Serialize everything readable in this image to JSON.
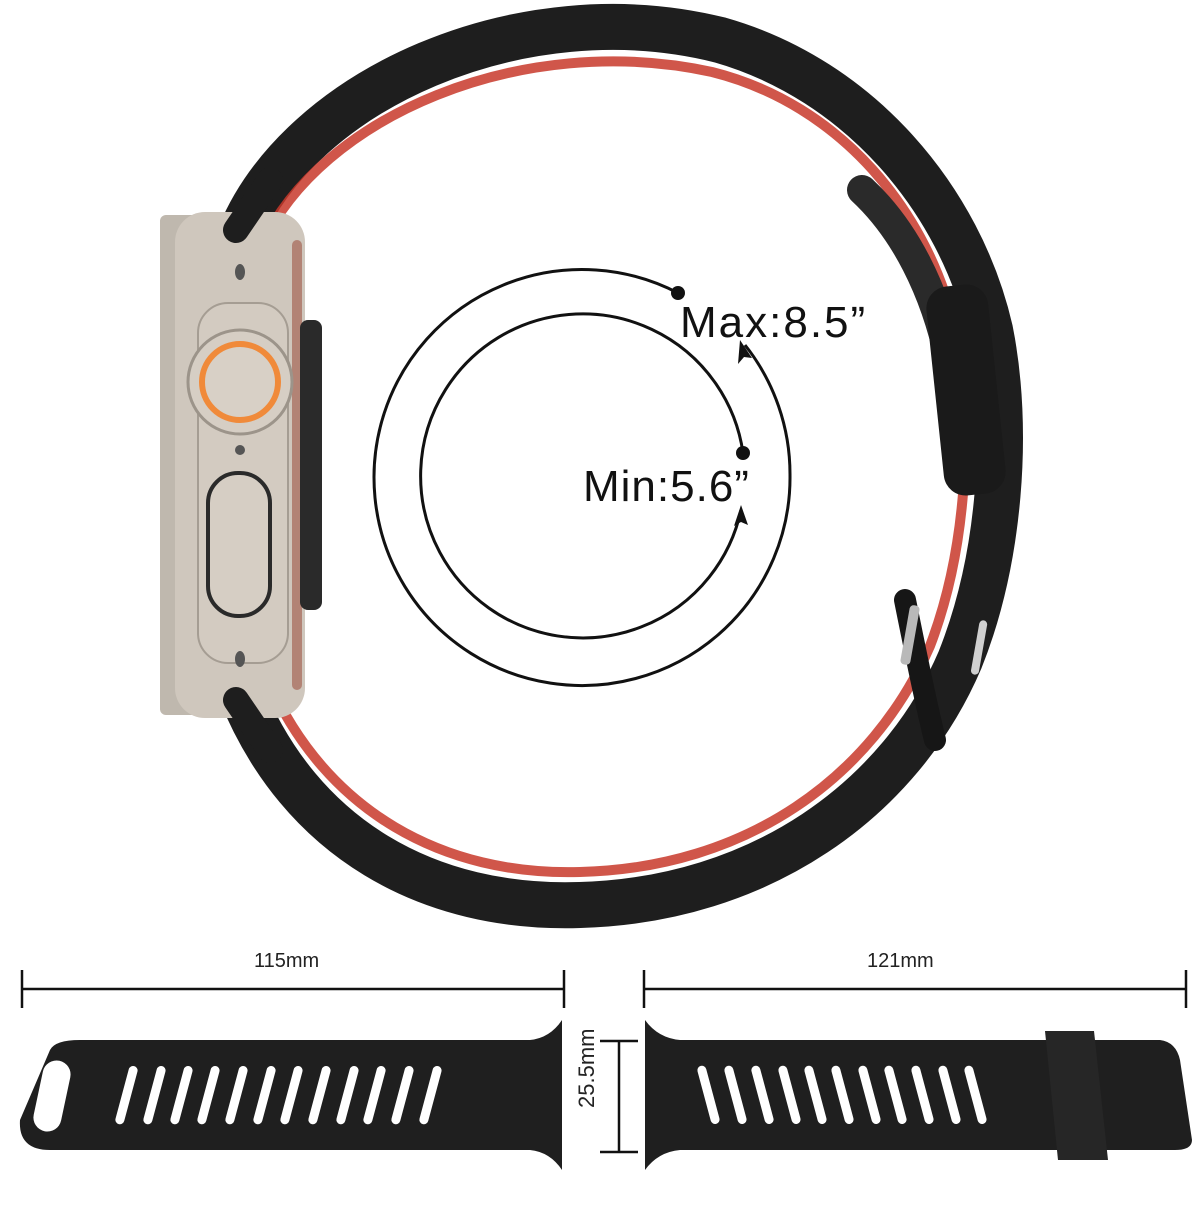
{
  "product": {
    "description": "Silicone sport watch band, black with red inner layer, shown on titanium smartwatch case",
    "colors": {
      "band_outer": "#1e1e1e",
      "band_inner": "#c8382a",
      "case": "#cfc7bd",
      "crown_accent": "#f08a3a",
      "background": "#ffffff"
    }
  },
  "size_diagram": {
    "max_label": "Max:8.5”",
    "min_label": "Min:5.6”"
  },
  "dimensions": {
    "short_strap_length": "115mm",
    "long_strap_length": "121mm",
    "strap_width": "25.5mm"
  }
}
